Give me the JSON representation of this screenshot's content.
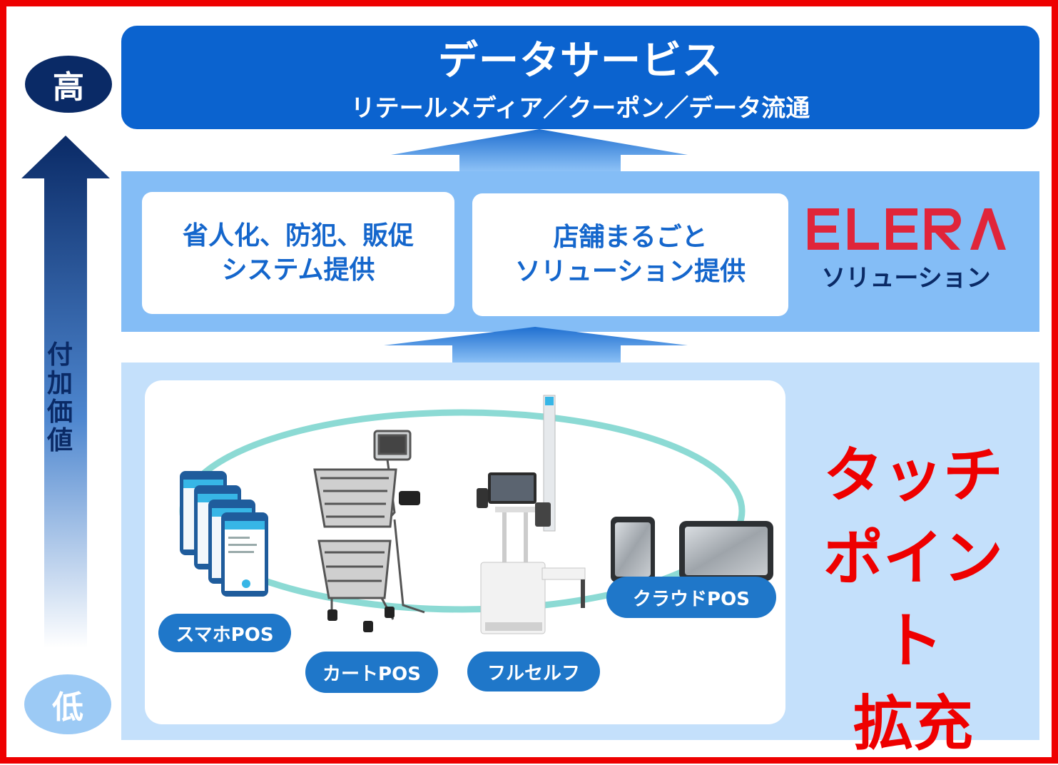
{
  "axis": {
    "high_label": "高",
    "low_label": "低",
    "vertical_label_chars": [
      "付",
      "加",
      "価",
      "値"
    ]
  },
  "top": {
    "title": "データサービス",
    "subtitle": "リテールメディア／クーポン／データ流通"
  },
  "middle": {
    "box1_lines": [
      "省人化、防犯、販促",
      "システム提供"
    ],
    "box2_lines": [
      "店舗まるごと",
      "ソリューション提供"
    ],
    "brand_logo_text": "ELERA",
    "brand_sub": "ソリューション"
  },
  "bottom": {
    "pills": {
      "smartphone_pos": "スマホPOS",
      "cart_pos": "カートPOS",
      "full_self": "フルセルフ",
      "cloud_pos": "クラウドPOS"
    },
    "touchpoint_lines": [
      "タッチ",
      "ポイント",
      "拡充"
    ]
  },
  "colors": {
    "frame": "#ee0000",
    "top_box": "#0b63cf",
    "middle_band": "#84bdf6",
    "bottom_band": "#c4e0fb",
    "dark_navy": "#0a2a66",
    "accent_red": "#ee0000",
    "pill_blue": "#1f77c9"
  }
}
